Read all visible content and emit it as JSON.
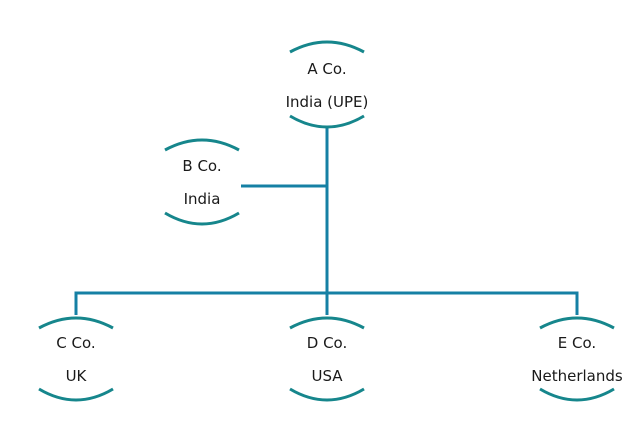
{
  "nodes": {
    "a": {
      "name": "A Co.",
      "country": "India (UPE)"
    },
    "b": {
      "name": "B Co.",
      "country": "India"
    },
    "c": {
      "name": "C Co.",
      "country": "UK"
    },
    "d": {
      "name": "D Co.",
      "country": "USA"
    },
    "e": {
      "name": "E Co.",
      "country": "Netherlands"
    }
  },
  "colors": {
    "arc": "#16868c",
    "connector": "#1580a4"
  }
}
